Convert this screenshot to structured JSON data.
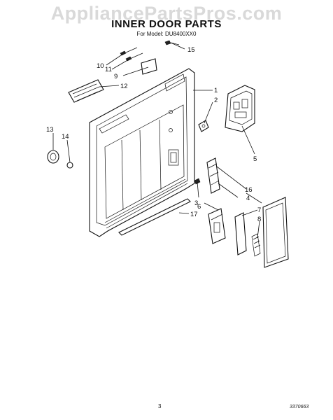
{
  "watermark": "AppliancePartsPros.com",
  "title": "INNER DOOR PARTS",
  "subtitle": "For Model: DU8400XX0",
  "footer": {
    "page": "3",
    "code": "3370663"
  },
  "callouts": [
    "1",
    "2",
    "3",
    "4",
    "5",
    "6",
    "7",
    "8",
    "9",
    "10",
    "11",
    "12",
    "13",
    "14",
    "15",
    "16",
    "17"
  ]
}
